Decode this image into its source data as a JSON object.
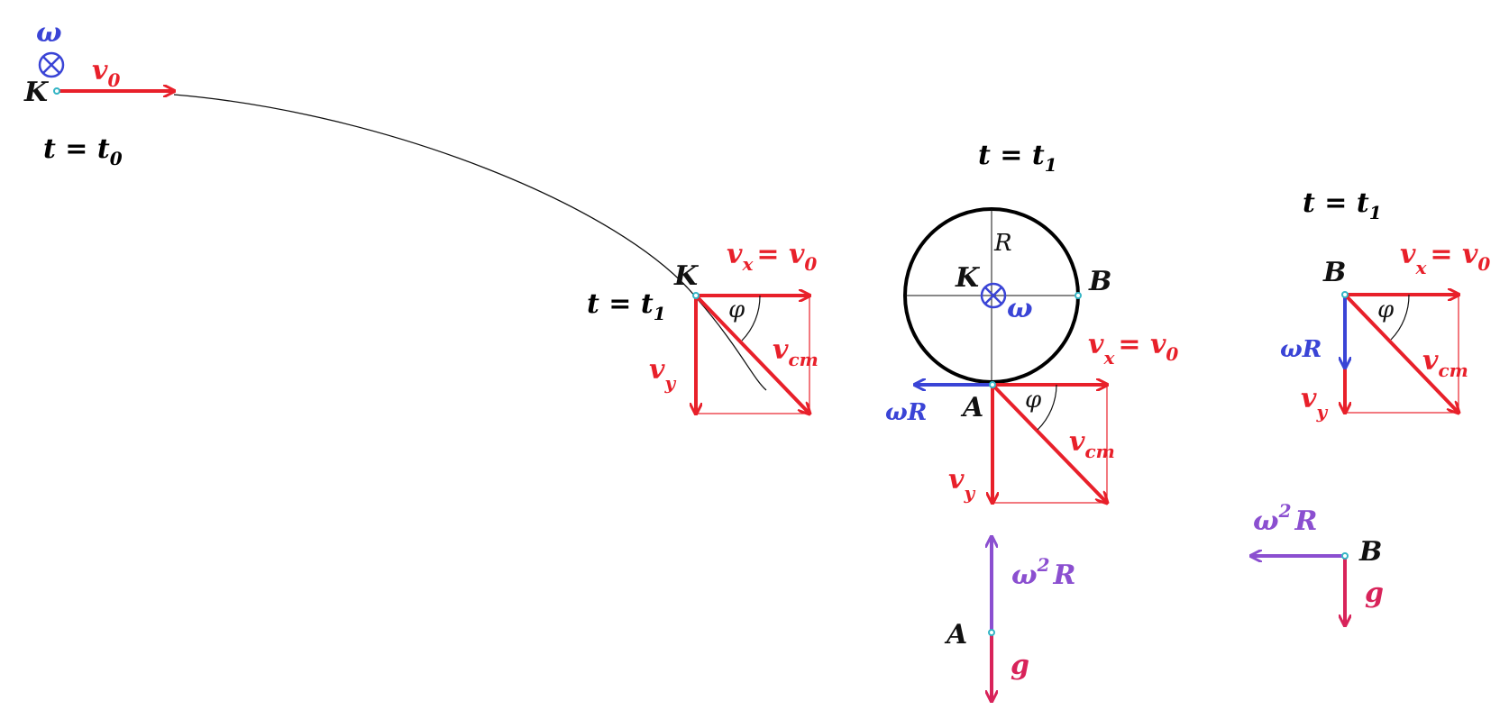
{
  "colors": {
    "velocity": "#e8202a",
    "rotation": "#3a44d6",
    "centripetal": "#8b4fd0",
    "gravity": "#d8235a",
    "outline": "#000000",
    "point": "#33b5c5"
  },
  "start": {
    "omega": "ω",
    "point": "K",
    "v0": "v",
    "v0_sub": "0",
    "time": "t = t",
    "time_sub": "0"
  },
  "trajectory": {
    "time": "t = t",
    "time_sub": "1",
    "point": "K",
    "vx": "v",
    "vx_sub": "x",
    "vx_eq": "= v",
    "vx_eq_sub": "0",
    "vy": "v",
    "vy_sub": "y",
    "vcm": "v",
    "vcm_sub": "cm",
    "phi": "φ"
  },
  "wheel": {
    "time": "t = t",
    "time_sub": "1",
    "radius": "R",
    "center": "K",
    "omega": "ω",
    "right_point": "B",
    "bottom_point": "A",
    "omegaR": "ωR",
    "vx": "v",
    "vx_sub": "x",
    "vx_eq": "= v",
    "vx_eq_sub": "0",
    "vy": "v",
    "vy_sub": "y",
    "vcm": "v",
    "vcm_sub": "cm",
    "phi": "φ"
  },
  "point_b": {
    "time": "t = t",
    "time_sub": "1",
    "point": "B",
    "omegaR": "ωR",
    "vx": "v",
    "vx_sub": "x",
    "vx_eq": "= v",
    "vx_eq_sub": "0",
    "vy": "v",
    "vy_sub": "y",
    "vcm": "v",
    "vcm_sub": "cm",
    "phi": "φ"
  },
  "accel_a": {
    "omega": "ω",
    "sup": "2",
    "r": "R",
    "point": "A",
    "g": "g"
  },
  "accel_b": {
    "omega": "ω",
    "sup": "2",
    "r": "R",
    "point": "B",
    "g": "g"
  }
}
